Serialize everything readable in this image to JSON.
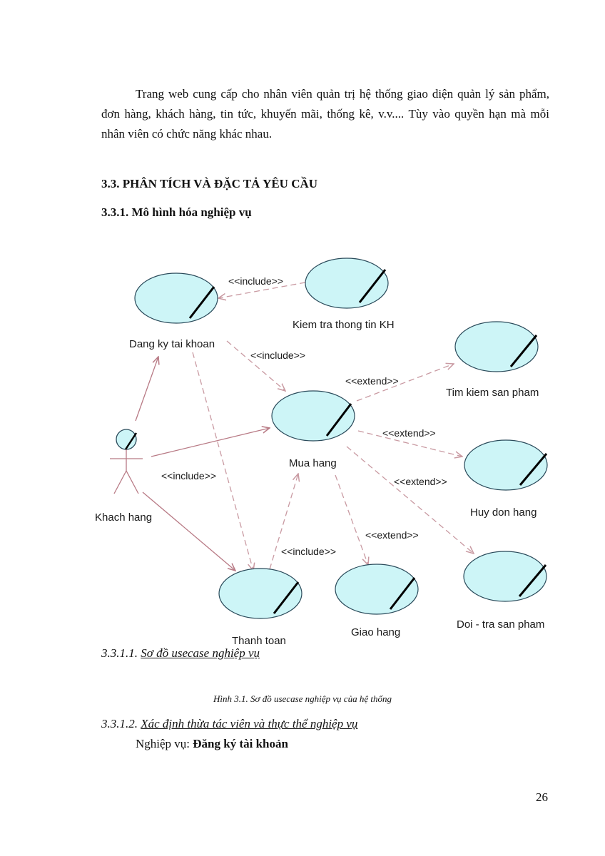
{
  "intro": {
    "text": "Trang web cung cấp cho nhân viên quản trị hệ thống giao diện quản lý sản phẩm, đơn hàng, khách hàng, tin tức, khuyến mãi, thống kê, v.v.... Tùy vào quyền hạn mà mỗi nhân viên có chức năng khác nhau."
  },
  "section": {
    "title": "3.3. PHÂN TÍCH VÀ ĐẶC TẢ YÊU CẦU",
    "subsection": "3.3.1. Mô hình hóa nghiệp vụ"
  },
  "diagram": {
    "actor": "Khach hang",
    "usecases": [
      "Dang ky tai khoan",
      "Kiem tra thong tin KH",
      "Mua hang",
      "Tim kiem san pham",
      "Huy don hang",
      "Thanh toan",
      "Giao hang",
      "Doi - tra san pham"
    ],
    "relations": {
      "include": "<<include>>",
      "extend": "<<extend>>"
    },
    "colors": {
      "usecase_fill": "#cdf5f7",
      "usecase_stroke": "#2a4a5a",
      "association": "#b87a85",
      "dependency": "#c99aa2"
    }
  },
  "subsection_1": {
    "number": "3.3.1.1.",
    "title": "Sơ đồ usecase nghiệp vụ"
  },
  "figure_caption": "Hình 3.1. Sơ đồ usecase nghiệp vụ của hệ thống",
  "subsection_2": {
    "number": "3.3.1.2.",
    "title": "Xác định thừa tác viên và thực thể nghiệp vụ"
  },
  "business": {
    "label": "Nghiệp vụ: ",
    "value": "Đăng ký tài khoản"
  },
  "page_number": "26"
}
